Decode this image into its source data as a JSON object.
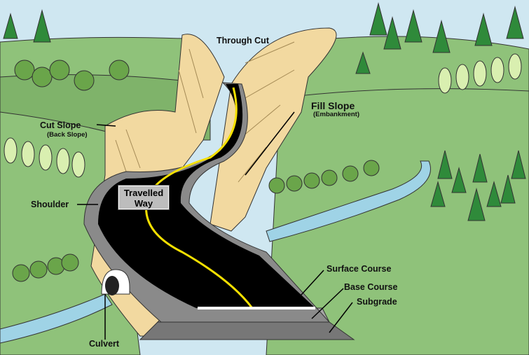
{
  "labels": {
    "through_cut": "Through Cut",
    "fill_slope": "Fill Slope",
    "fill_slope_sub": "(Embankment)",
    "cut_slope": "Cut Slope",
    "cut_slope_sub": "(Back Slope)",
    "travelled_way_1": "Travelled",
    "travelled_way_2": "Way",
    "shoulder": "Shoulder",
    "surface_course": "Surface Course",
    "base_course": "Base Course",
    "subgrade": "Subgrade",
    "culvert": "Culvert"
  },
  "colors": {
    "sky": "#cfe7f1",
    "grass": "#8fc27a",
    "grass_dark": "#6fa35c",
    "rock": "#f2d9a0",
    "road": "#000000",
    "centerline": "#f5e000",
    "shoulder": "#8a8a8a",
    "water": "#9fd3e6"
  }
}
